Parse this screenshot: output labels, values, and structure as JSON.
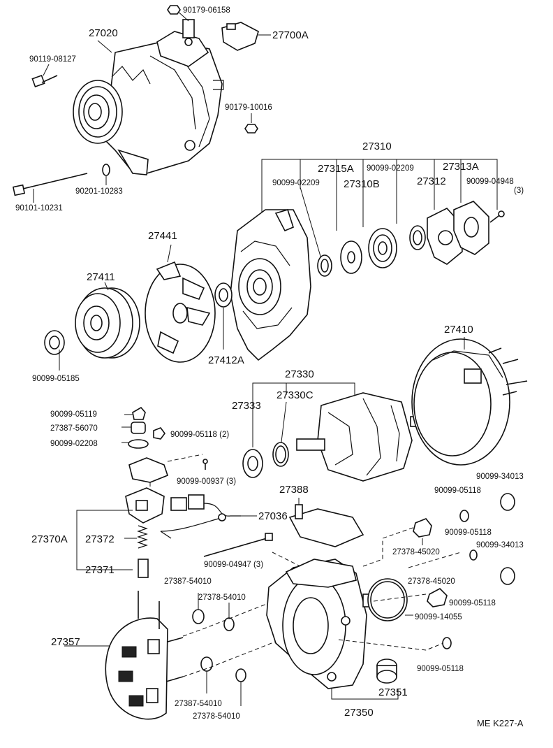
{
  "diagram": {
    "code": "ME  K227-A",
    "labels": {
      "p90179_06158": "90179-06158",
      "p27020": "27020",
      "p27700A": "27700A",
      "p90119_08127": "90119-08127",
      "p90179_10016": "90179-10016",
      "p27310": "27310",
      "p27315A": "27315A",
      "p90099_02209a": "90099-02209",
      "p27313A": "27313A",
      "p90099_02209b": "90099-02209",
      "p27310B": "27310B",
      "p27312": "27312",
      "p90099_04948": "90099-04948",
      "q3a": "(3)",
      "p90201_10283": "90201-10283",
      "p90101_10231": "90101-10231",
      "p27441": "27441",
      "p27411": "27411",
      "p27410": "27410",
      "p27412A": "27412A",
      "p90099_05185": "90099-05185",
      "p27330": "27330",
      "p27333": "27333",
      "p27330C": "27330C",
      "p90099_05119": "90099-05119",
      "p27387_56070": "27387-56070",
      "p90099_05118_2": "90099-05118 (2)",
      "p90099_02208": "90099-02208",
      "p90099_00937": "90099-00937 (3)",
      "p27388": "27388",
      "p90099_34013a": "90099-34013",
      "p90099_05118a": "90099-05118",
      "p27036": "27036",
      "p27370A": "27370A",
      "p27372": "27372",
      "p27378_45020a": "27378-45020",
      "p90099_05118b": "90099-05118",
      "p90099_34013b": "90099-34013",
      "p90099_04947": "90099-04947 (3)",
      "p27371": "27371",
      "p27387_54010a": "27387-54010",
      "p27378_45020b": "27378-45020",
      "p27378_54010a": "27378-54010",
      "p90099_05118c": "90099-05118",
      "p90099_14055": "90099-14055",
      "p27357": "27357",
      "p90099_05118d": "90099-05118",
      "p27351": "27351",
      "p27387_54010b": "27387-54010",
      "p27378_54010b": "27378-54010",
      "p27350": "27350"
    }
  }
}
